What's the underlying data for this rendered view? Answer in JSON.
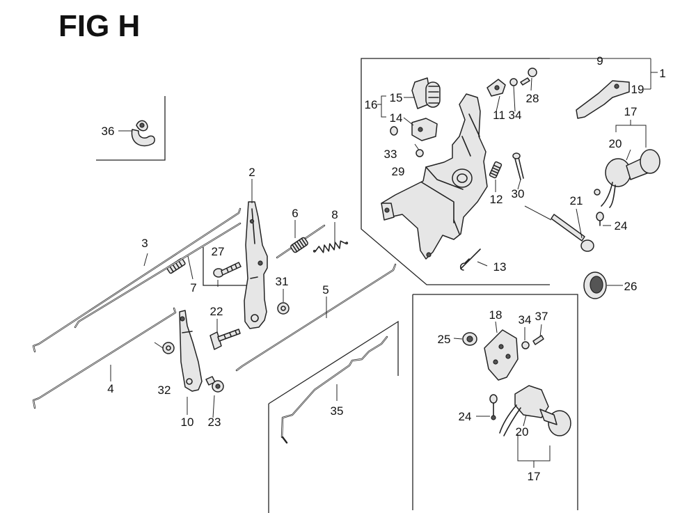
{
  "figure_title": "FIG H",
  "part_labels": [
    {
      "id": "1",
      "text": "1"
    },
    {
      "id": "2",
      "text": "2"
    },
    {
      "id": "3",
      "text": "3"
    },
    {
      "id": "4",
      "text": "4"
    },
    {
      "id": "5",
      "text": "5"
    },
    {
      "id": "6",
      "text": "6"
    },
    {
      "id": "7",
      "text": "7"
    },
    {
      "id": "8",
      "text": "8"
    },
    {
      "id": "9",
      "text": "9"
    },
    {
      "id": "10",
      "text": "10"
    },
    {
      "id": "11",
      "text": "11"
    },
    {
      "id": "12",
      "text": "12"
    },
    {
      "id": "13",
      "text": "13"
    },
    {
      "id": "14",
      "text": "14"
    },
    {
      "id": "15",
      "text": "15"
    },
    {
      "id": "16",
      "text": "16"
    },
    {
      "id": "17a",
      "text": "17"
    },
    {
      "id": "17b",
      "text": "17"
    },
    {
      "id": "18",
      "text": "18"
    },
    {
      "id": "19",
      "text": "19"
    },
    {
      "id": "20a",
      "text": "20"
    },
    {
      "id": "20b",
      "text": "20"
    },
    {
      "id": "21",
      "text": "21"
    },
    {
      "id": "22",
      "text": "22"
    },
    {
      "id": "23",
      "text": "23"
    },
    {
      "id": "24a",
      "text": "24"
    },
    {
      "id": "24b",
      "text": "24"
    },
    {
      "id": "25",
      "text": "25"
    },
    {
      "id": "26",
      "text": "26"
    },
    {
      "id": "27",
      "text": "27"
    },
    {
      "id": "28",
      "text": "28"
    },
    {
      "id": "29",
      "text": "29"
    },
    {
      "id": "30",
      "text": "30"
    },
    {
      "id": "31",
      "text": "31"
    },
    {
      "id": "32",
      "text": "32"
    },
    {
      "id": "33",
      "text": "33"
    },
    {
      "id": "34a",
      "text": "34"
    },
    {
      "id": "34b",
      "text": "34"
    },
    {
      "id": "35",
      "text": "35"
    },
    {
      "id": "36",
      "text": "36"
    },
    {
      "id": "37",
      "text": "37"
    }
  ]
}
